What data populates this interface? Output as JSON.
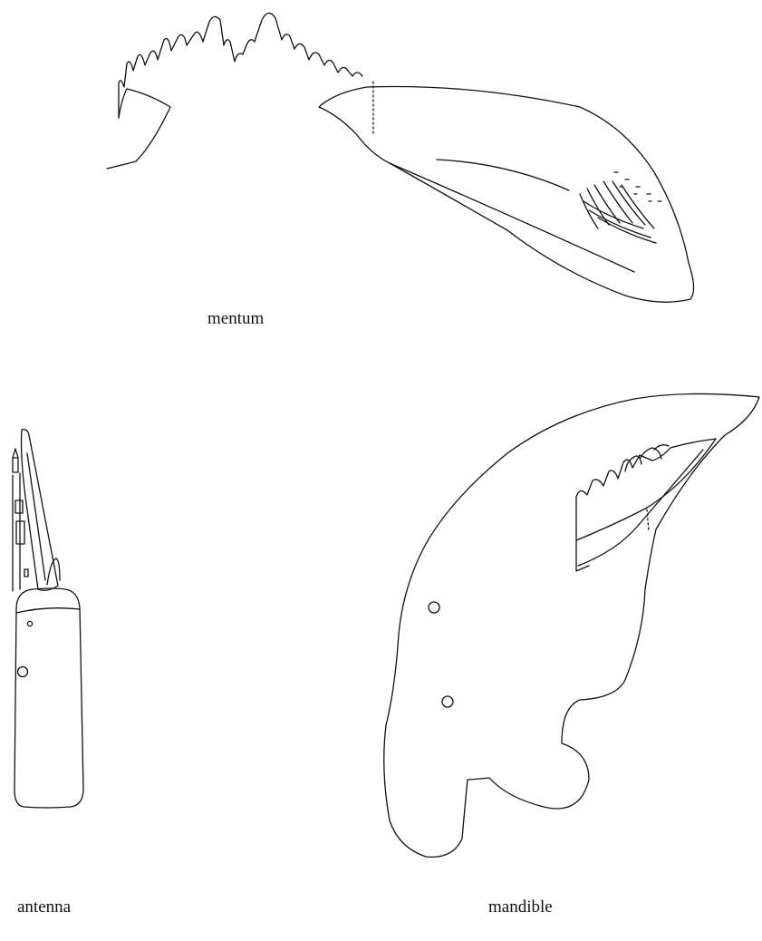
{
  "labels": {
    "mentum": "mentum",
    "antenna": "antenna",
    "mandible": "mandible"
  },
  "figures": [
    {
      "name": "mentum",
      "icon": "mentum-drawing"
    },
    {
      "name": "antenna",
      "icon": "antenna-drawing"
    },
    {
      "name": "mandible",
      "icon": "mandible-drawing"
    }
  ]
}
